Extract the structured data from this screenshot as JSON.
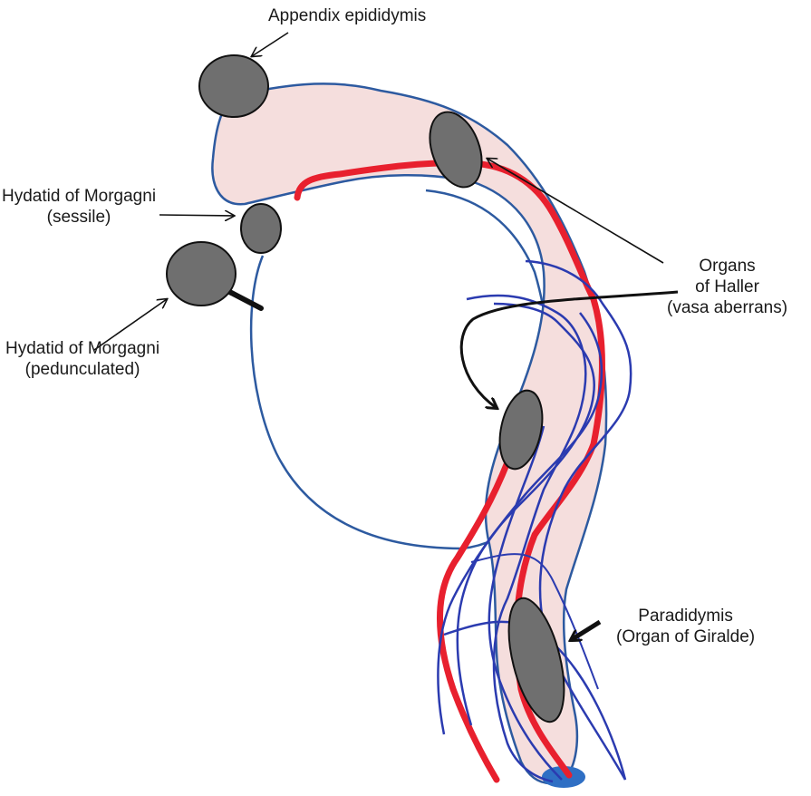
{
  "labels": {
    "appendix_epididymis": "Appendix epididymis",
    "hydatid_sessile_line1": "Hydatid of Morgagni",
    "hydatid_sessile_line2": "(sessile)",
    "hydatid_pedunculated_line1": "Hydatid of Morgagni",
    "hydatid_pedunculated_line2": "(pedunculated)",
    "organs_haller_line1": "Organs",
    "organs_haller_line2": "of Haller",
    "organs_haller_line3": "(vasa aberrans)",
    "paradidymis_line1": "Paradidymis",
    "paradidymis_line2": "(Organ of Giralde)"
  },
  "colors": {
    "epididymis_fill": "#f5dedd",
    "outline_blue": "#2d5aa0",
    "artery_red": "#e8202e",
    "vessel_blue": "#2b3bb0",
    "appendage_gray": "#6f6f6f",
    "vas_tip_blue": "#2f6fc4",
    "arrow_black": "#111111"
  }
}
